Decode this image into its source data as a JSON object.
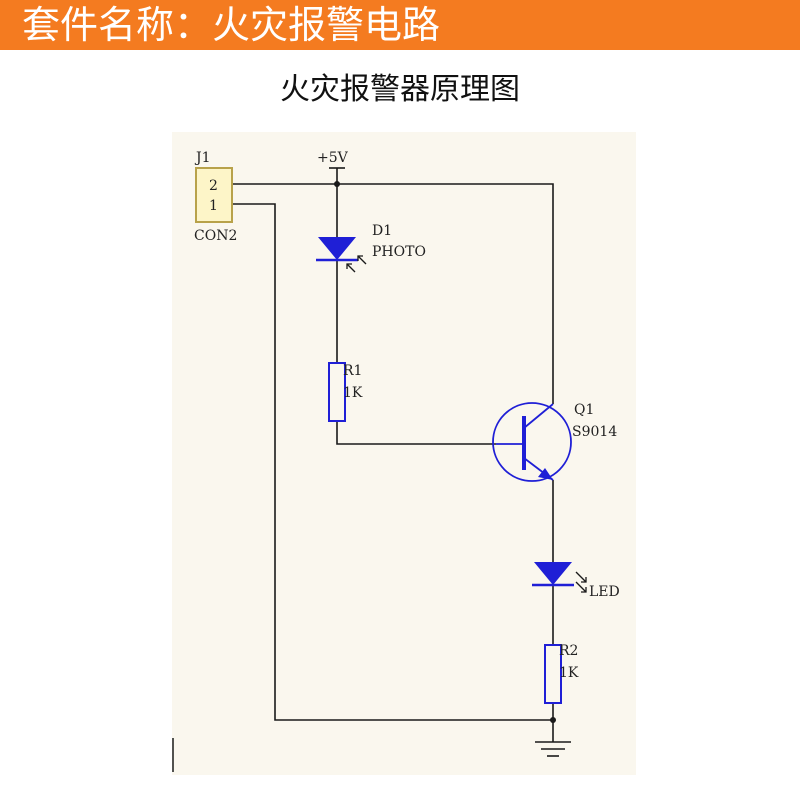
{
  "banner": {
    "text": "套件名称：火灾报警电路",
    "color": "#f47b20"
  },
  "heading": "火灾报警器原理图",
  "schematic": {
    "connector": {
      "ref": "J1",
      "value": "CON2",
      "pins": [
        "2",
        "1"
      ]
    },
    "supply": "+5V",
    "photodiode": {
      "ref": "D1",
      "value": "PHOTO"
    },
    "resistor_r1": {
      "ref": "R1",
      "value": "1K"
    },
    "transistor": {
      "ref": "Q1",
      "value": "S9014"
    },
    "led": {
      "value": "LED"
    },
    "resistor_r2": {
      "ref": "R2",
      "value": "1K"
    },
    "colors": {
      "paper": "#faf7ee",
      "wire": "#1a1a1a",
      "component": "#1f1fd6",
      "connector_fill": "#fdf5c8",
      "connector_stroke": "#b8a24a"
    }
  }
}
